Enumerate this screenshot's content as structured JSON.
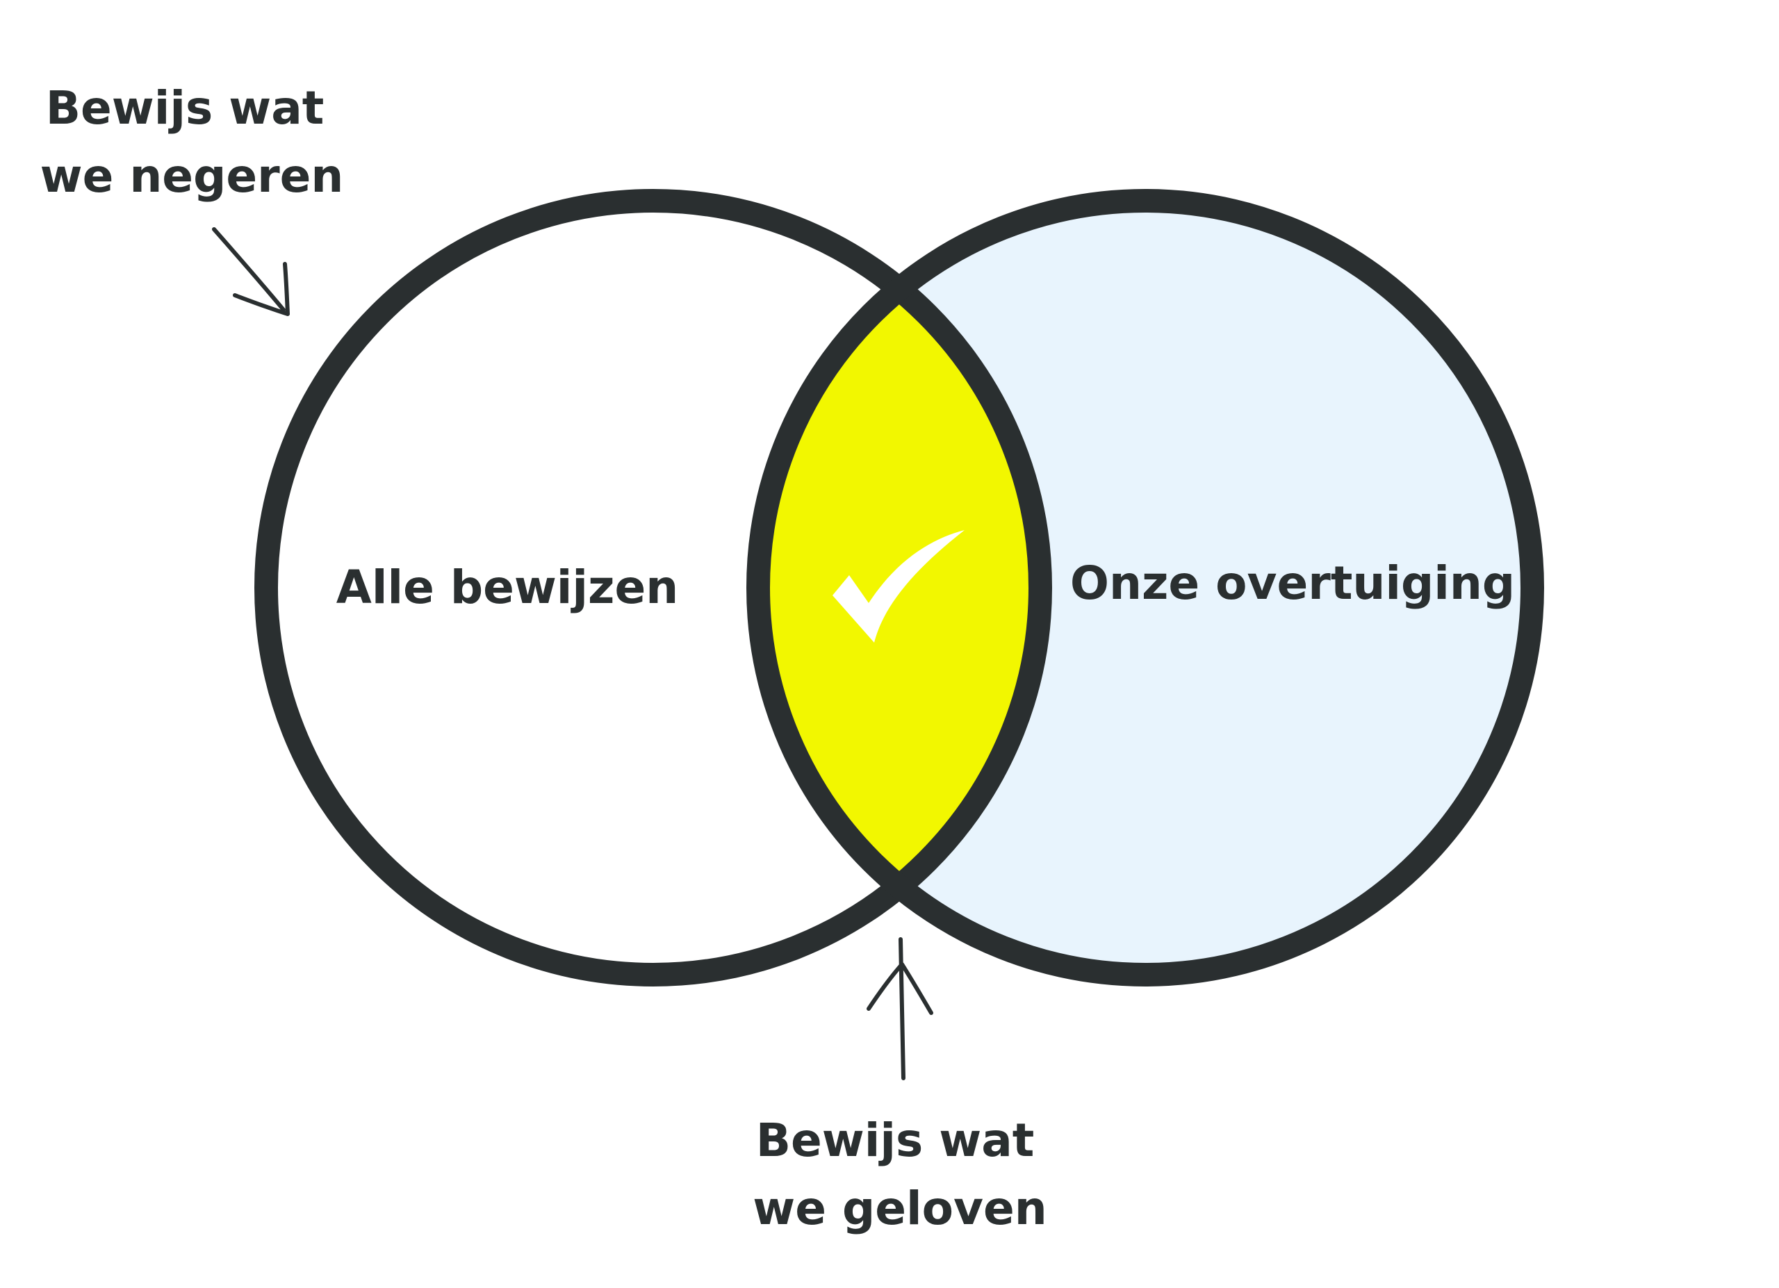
{
  "colors": {
    "outline": "#2a2f30",
    "left_fill": "#ffffff",
    "right_fill": "#e8f4fd",
    "overlap_fill": "#f2f700",
    "check": "#ffffff",
    "text": "#2a2f30"
  },
  "circles": {
    "left_label": "Alle bewijzen",
    "right_label": "Onze overtuiging"
  },
  "annotations": {
    "ignored": {
      "line1": "Bewijs wat",
      "line2": "we negeren"
    },
    "believed": {
      "line1": "Bewijs wat",
      "line2": "we geloven"
    }
  },
  "overlap_icon": "checkmark-icon"
}
